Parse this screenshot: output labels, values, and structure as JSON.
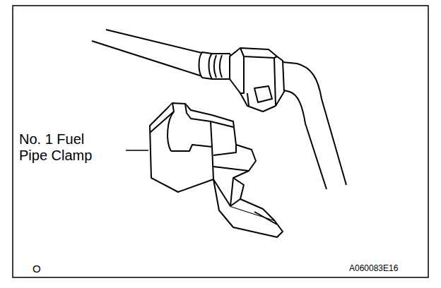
{
  "diagram": {
    "labels": [
      "No. 1 Fuel Pipe Clamp",
      "O",
      "A060083E16"
    ]
  }
}
